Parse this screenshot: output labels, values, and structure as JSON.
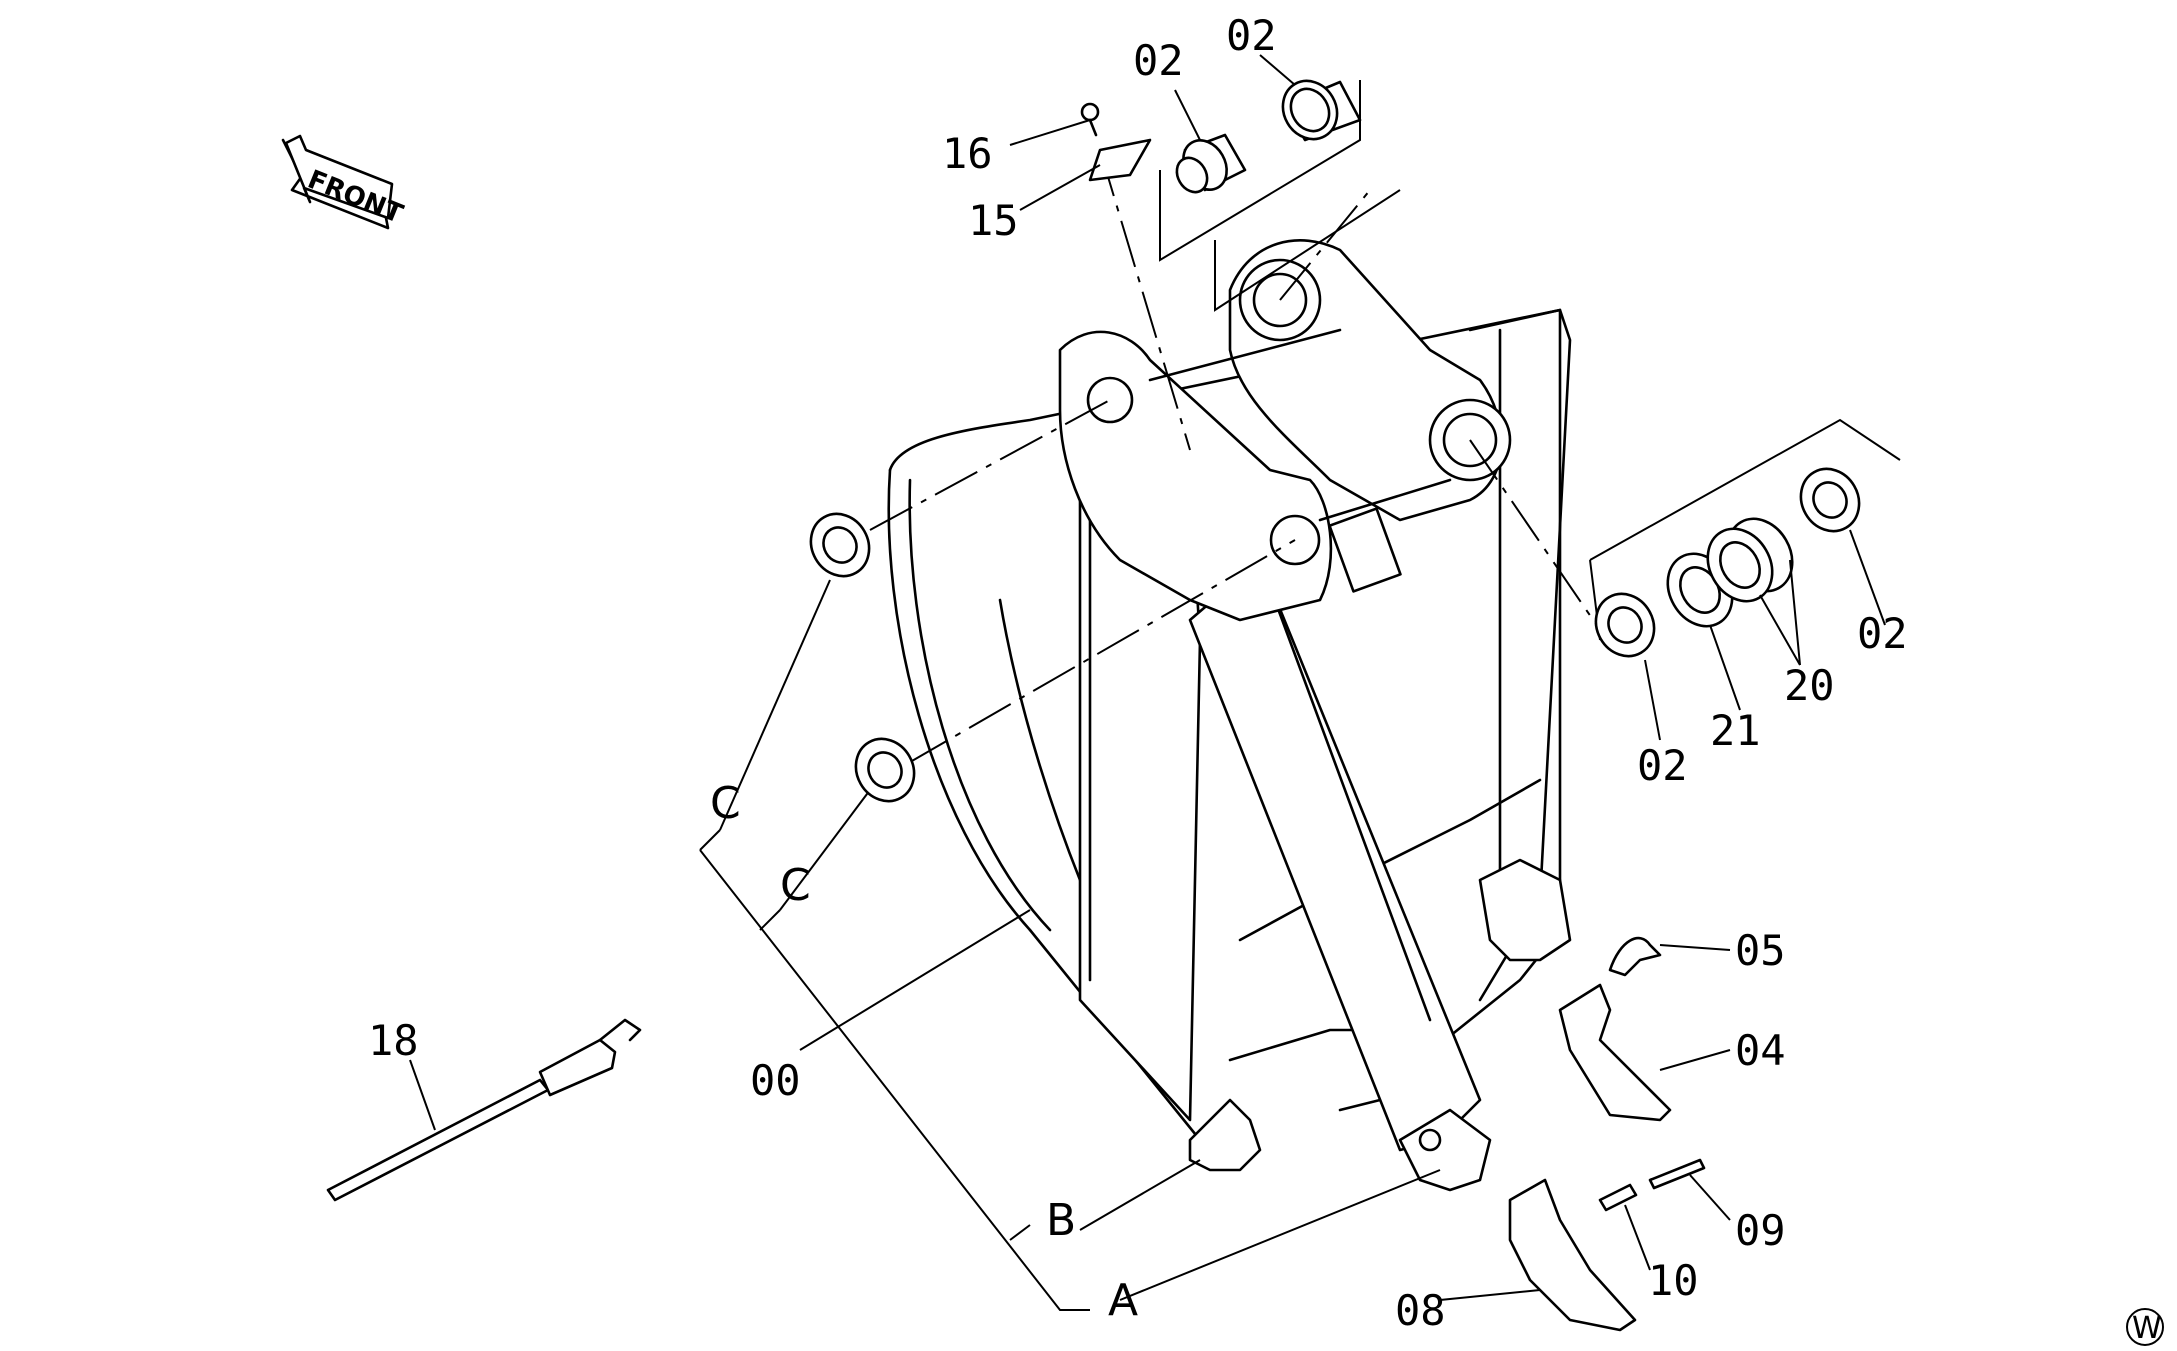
{
  "diagram": {
    "orientation_marker": "FRONT",
    "watermark": "W",
    "callouts": {
      "c00": "00",
      "c02a": "02",
      "c02b": "02",
      "c02c": "02",
      "c02d": "02",
      "c04": "04",
      "c05": "05",
      "c08": "08",
      "c09": "09",
      "c10": "10",
      "c15": "15",
      "c16": "16",
      "c18": "18",
      "c20": "20",
      "c21": "21",
      "cA": "A",
      "cB": "B",
      "cC1": "C",
      "cC2": "C"
    }
  }
}
